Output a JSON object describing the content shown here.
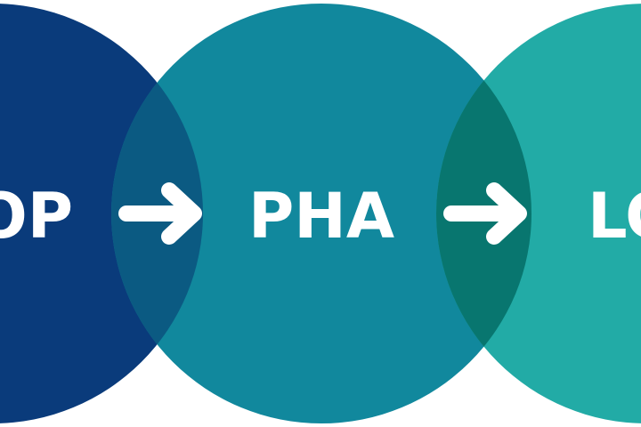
{
  "stages": [
    {
      "label": "OP",
      "color": "#0a3b7b"
    },
    {
      "label": "PHA",
      "color": "#11889d"
    },
    {
      "label": "LO",
      "color": "#22aba6"
    }
  ],
  "overlaps": [
    {
      "color": "#0b5a82",
      "icon": "arrow-right-icon"
    },
    {
      "color": "#08766f",
      "icon": "arrow-right-icon"
    }
  ]
}
